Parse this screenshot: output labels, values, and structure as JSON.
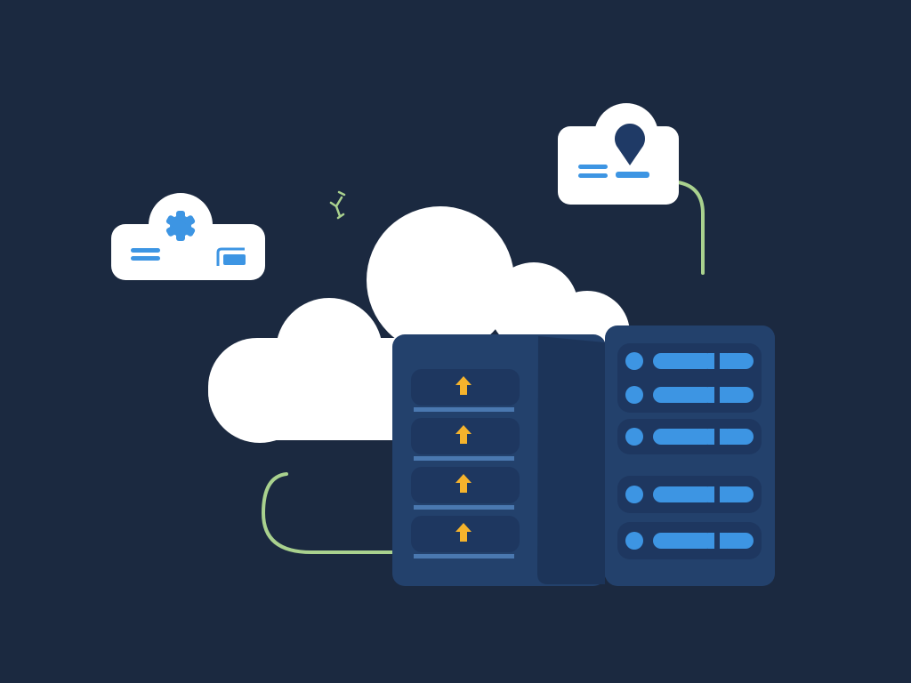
{
  "illustration": {
    "subject": [
      "cloud",
      "server-rack",
      "settings-card",
      "location-card"
    ],
    "colors": {
      "background": "#1b2940",
      "cloud": "#ffffff",
      "server_face": "#23416c",
      "server_side": "#1c3459",
      "slot": "#1e3760",
      "accent_blue": "#3d95e3",
      "arrow_yellow": "#f5b32c",
      "cable_green": "#a9d18e",
      "pin_navy": "#1f3a66"
    },
    "icons": [
      "gear-icon",
      "card-icon",
      "location-pin-icon",
      "upload-arrow-icon",
      "sparkle-icon"
    ],
    "upload_slots": 4,
    "status_rows": 5
  }
}
